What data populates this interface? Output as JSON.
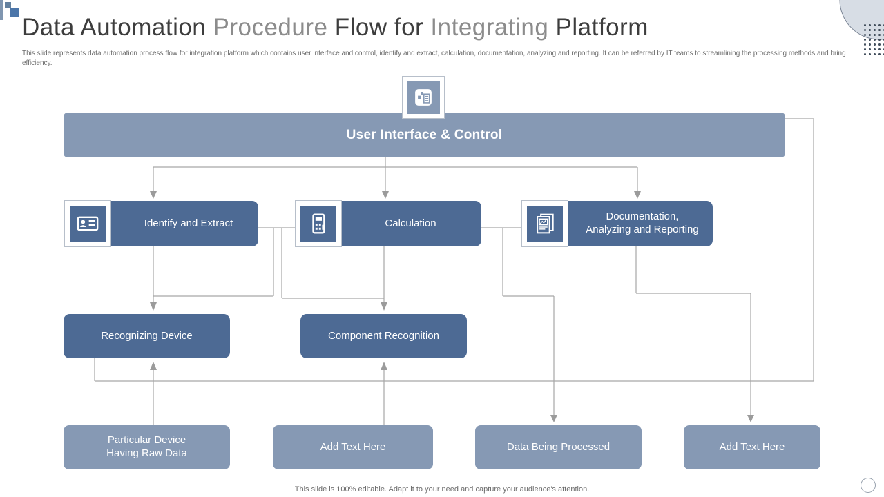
{
  "theme": {
    "dark_box": "#4d6a94",
    "light_box": "#8699b4",
    "line_color": "#a6a6a6",
    "arrow_color": "#9b9b9b",
    "title_dark": "#3d3d3d",
    "title_muted": "#8c8c8c",
    "text_muted": "#6b6b6b"
  },
  "header": {
    "title_parts": {
      "p1": "Data Automation ",
      "p2": "Procedure ",
      "p3": "Flow for ",
      "p4": "Integrating ",
      "p5": "Platform"
    },
    "description": "This slide represents data automation process flow for integration platform which contains user interface and control, identify and extract, calculation, documentation, analyzing and reporting. It can be referred by IT teams to streamlining the processing methods and bring efficiency."
  },
  "nodes": {
    "ui_control": {
      "label": "User Interface & Control"
    },
    "identify": {
      "label": "Identify and Extract"
    },
    "calculation": {
      "label": "Calculation"
    },
    "documentation": {
      "label": "Documentation,\nAnalyzing and Reporting"
    },
    "recognizing": {
      "label": "Recognizing Device"
    },
    "component": {
      "label": "Component Recognition"
    },
    "particular": {
      "label": "Particular Device\nHaving Raw Data"
    },
    "add_text_1": {
      "label": "Add Text Here"
    },
    "data_processed": {
      "label": "Data Being Processed"
    },
    "add_text_2": {
      "label": "Add Text Here"
    }
  },
  "footer": {
    "note": "This slide is 100% editable. Adapt it to your need and capture your audience's attention."
  }
}
